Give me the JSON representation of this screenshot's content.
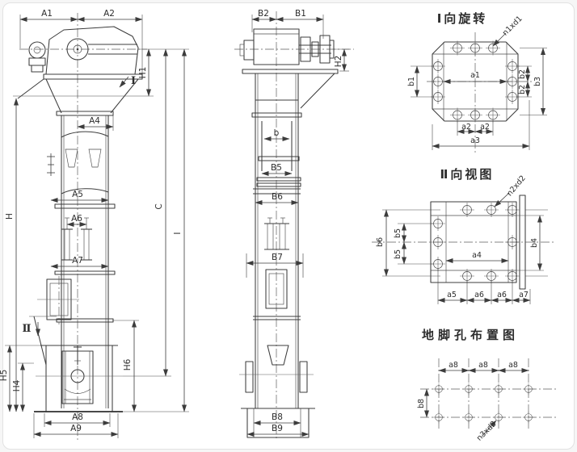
{
  "colors": {
    "line": "#3c3c3c",
    "background": "#ffffff"
  },
  "fv": {
    "A1": "A1",
    "A2": "A2",
    "A4": "A4",
    "A5": "A5",
    "A6": "A6",
    "A7": "A7",
    "A8": "A8",
    "A9": "A9",
    "H": "H",
    "H1": "H1",
    "H4": "H4",
    "H5": "H5",
    "H6": "H6",
    "C": "C",
    "I": "I",
    "view_marker_1": "Ⅰ",
    "view_marker_2": "Ⅱ"
  },
  "sv": {
    "B1": "B1",
    "B2": "B2",
    "b": "b",
    "B5": "B5",
    "B6": "B6",
    "B7": "B7",
    "B8": "B8",
    "B9": "B9",
    "H2": "H2"
  },
  "d1": {
    "title": "Ⅰ向旋转",
    "callout": "n1xd1",
    "a1": "a1",
    "a2": "a2",
    "a3": "a3",
    "b1": "b1",
    "b2": "b2",
    "b3": "b3"
  },
  "d2": {
    "title": "Ⅱ向视图",
    "callout": "n2xd2",
    "a4": "a4",
    "a5": "a5",
    "a6": "a6",
    "a7": "a7",
    "b4": "b4",
    "b5": "b5",
    "b6": "b6"
  },
  "d3": {
    "title": "地脚孔布置图",
    "callout": "n3xd3",
    "a8": "a8",
    "b8": "b8"
  }
}
